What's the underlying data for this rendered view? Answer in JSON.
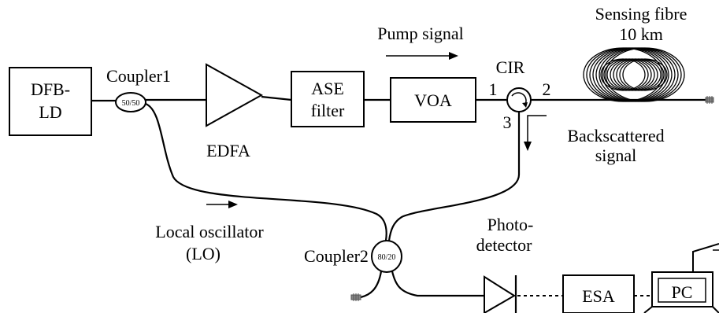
{
  "components": {
    "dfb_ld": [
      "DFB-",
      "LD"
    ],
    "coupler1": {
      "label": "Coupler1",
      "ratio": "50/50"
    },
    "edfa": "EDFA",
    "ase_filter": [
      "ASE",
      "filter"
    ],
    "voa": "VOA",
    "cir": {
      "label": "CIR",
      "port1": "1",
      "port2": "2",
      "port3": "3"
    },
    "sensing_fibre": [
      "Sensing fibre",
      "10 km"
    ],
    "coupler2": {
      "label": "Coupler2",
      "ratio": "80/20"
    },
    "photodetector": [
      "Photo-",
      "detector"
    ],
    "esa": "ESA",
    "pc": "PC"
  },
  "signals": {
    "pump": "Pump signal",
    "backscattered": [
      "Backscattered",
      "signal"
    ],
    "local_oscillator": [
      "Local oscillator",
      "(LO)"
    ]
  }
}
